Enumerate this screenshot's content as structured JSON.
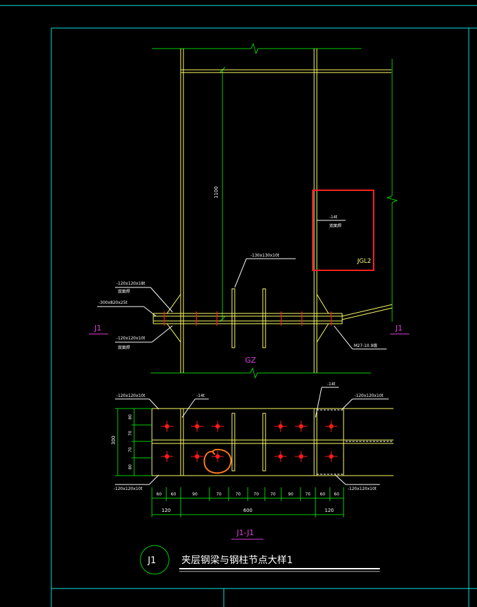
{
  "colors": {
    "background": "#000000",
    "frame": "#00e5e5",
    "steel": "#ffff66",
    "dimension": "#00d000",
    "text": "#ffffff",
    "bolt": "#ff1a1a",
    "axis_label": "#e040e0",
    "highlight_rect": "#ff2020",
    "orange_mark": "#ff7a1a"
  },
  "elevation": {
    "height_dim": "1100",
    "stiffener_label": "-130x130x10t",
    "top_plate_label": "-120x120x18t",
    "top_plate_sub": "双面焊",
    "end_plate_label": "-300x820x25t",
    "bottom_plate_label": "-120x120x10t",
    "bottom_plate_sub": "双面焊",
    "bolt_label": "M27-10.9级",
    "column_label": "GZ",
    "boxed_plate_label": "-14t",
    "boxed_plate_sub": "双面焊",
    "beam_label": "JGL2",
    "section_mark_left": "J1",
    "section_mark_right": "J1"
  },
  "plan": {
    "label_top_left": "-120x120x10t",
    "label_top_mid": "-14t",
    "label_top_right_a": "-14t",
    "label_top_right_b": "-120x120x10t",
    "label_bottom_left": "-120x120x10t",
    "label_bottom_right": "-120x120x10t",
    "left_total_dim": "300",
    "left_dims": [
      "80",
      "70",
      "70",
      "80"
    ],
    "bottom_dims": [
      "60",
      "60",
      "90",
      "70",
      "70",
      "70",
      "70",
      "90",
      "70",
      "60",
      "60"
    ],
    "bottom_dims_row2": [
      "120",
      "600",
      "120"
    ],
    "section_title": "J1-J1"
  },
  "title_block": {
    "circle_label": "J1",
    "title": "夹层钢梁与钢柱节点大样1"
  }
}
